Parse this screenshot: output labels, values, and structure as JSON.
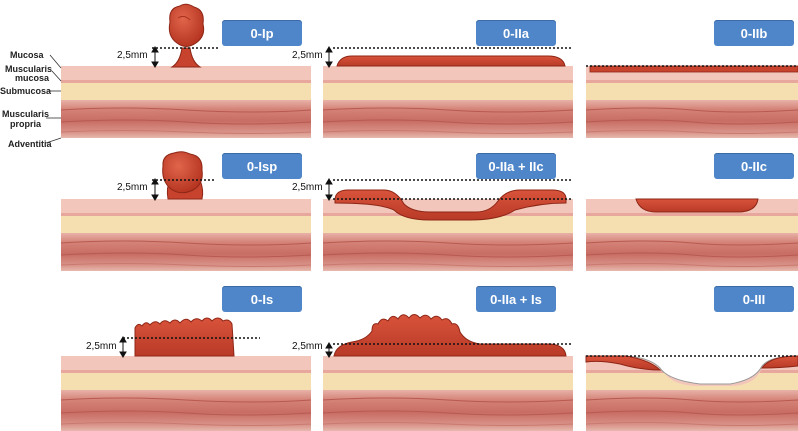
{
  "layers": {
    "mucosa": "Mucosa",
    "muscularis_mucosa_1": "Muscularis",
    "muscularis_mucosa_2": "mucosa",
    "submucosa": "Submucosa",
    "muscularis_propria_1": "Muscularis",
    "muscularis_propria_2": "propria",
    "adventitia": "Adventitia"
  },
  "measure": "2,5mm",
  "types": {
    "ip": "0-Ip",
    "iia": "0-IIa",
    "iib": "0-IIb",
    "isp": "0-Isp",
    "iia_iic": "0-IIa + IIc",
    "iic": "0-IIc",
    "is": "0-Is",
    "iia_is": "0-IIa + Is",
    "iii": "0-III"
  },
  "colors": {
    "badge": "#4f86c9",
    "lesion": "#c8432e",
    "mucosa": "#f3c6bb",
    "submucosa": "#f5dfb0",
    "muscle": "#d88f85"
  }
}
